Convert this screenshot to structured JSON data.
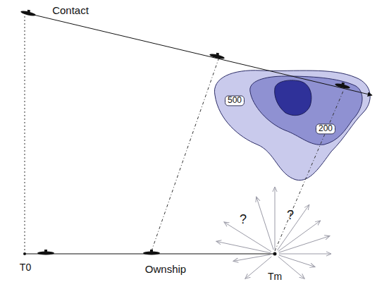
{
  "diagram": {
    "labels": [
      "Contact",
      "500",
      "200",
      "?",
      "?",
      "T0",
      "Ownship",
      "Tm"
    ]
  }
}
